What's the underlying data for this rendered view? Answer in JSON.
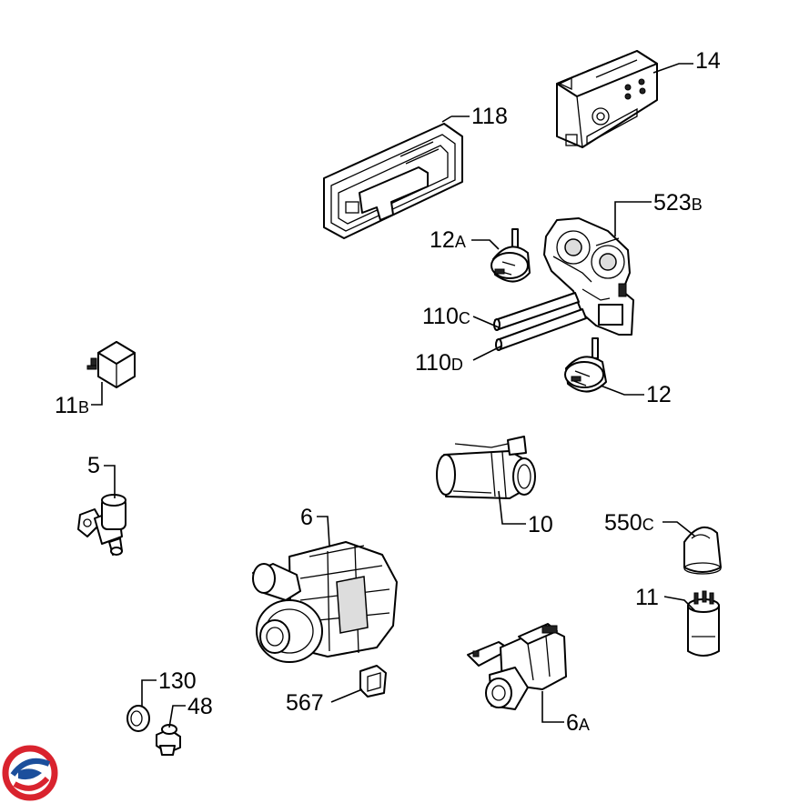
{
  "parts": [
    {
      "id": "p14",
      "num": "14",
      "suffix": ""
    },
    {
      "id": "p118",
      "num": "118",
      "suffix": ""
    },
    {
      "id": "p523b",
      "num": "523",
      "suffix": "B"
    },
    {
      "id": "p12a",
      "num": "12",
      "suffix": "A"
    },
    {
      "id": "p110c",
      "num": "110",
      "suffix": "C"
    },
    {
      "id": "p110d",
      "num": "110",
      "suffix": "D"
    },
    {
      "id": "p12",
      "num": "12",
      "suffix": ""
    },
    {
      "id": "p11b",
      "num": "11",
      "suffix": "B"
    },
    {
      "id": "p5",
      "num": "5",
      "suffix": ""
    },
    {
      "id": "p10",
      "num": "10",
      "suffix": ""
    },
    {
      "id": "p6",
      "num": "6",
      "suffix": ""
    },
    {
      "id": "p550c",
      "num": "550",
      "suffix": "C"
    },
    {
      "id": "p11",
      "num": "11",
      "suffix": ""
    },
    {
      "id": "p130",
      "num": "130",
      "suffix": ""
    },
    {
      "id": "p48",
      "num": "48",
      "suffix": ""
    },
    {
      "id": "p567",
      "num": "567",
      "suffix": ""
    },
    {
      "id": "p6a",
      "num": "6",
      "suffix": "A"
    }
  ],
  "logo": {
    "colors": [
      "#d9232e",
      "#1b4f9c"
    ]
  }
}
